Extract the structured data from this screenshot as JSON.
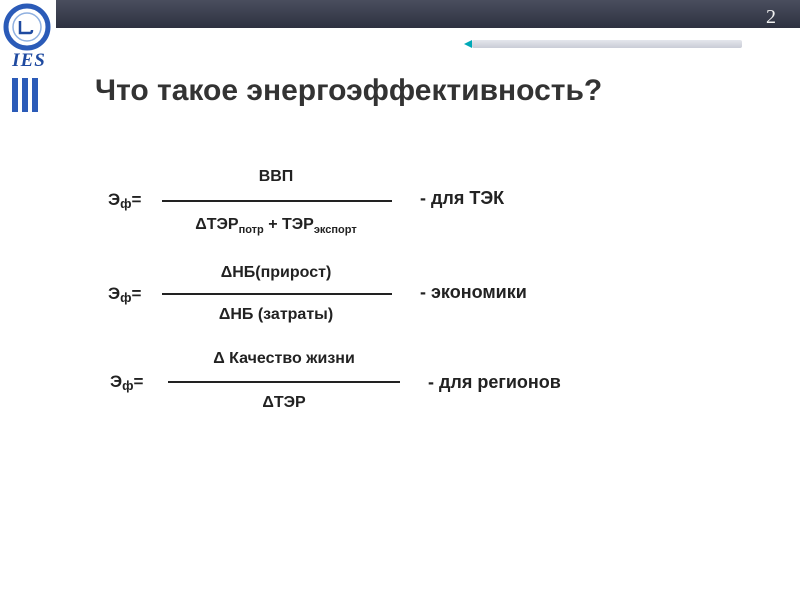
{
  "slide": {
    "number": "2",
    "title": "Что такое энергоэффективность?"
  },
  "logo": {
    "text": "IES",
    "icon": "ies-logo-icon"
  },
  "formulas": [
    {
      "lhs_main": "Э",
      "lhs_sub": "ф",
      "lhs_eq": "=",
      "numerator": "ВВП",
      "denominator_main": "ΔТЭР",
      "denominator_sub": "потр",
      "denominator_plus": " + ТЭР",
      "denominator_sub2": "экспорт",
      "label": "-  для ТЭК"
    },
    {
      "lhs_main": "Э",
      "lhs_sub": "ф",
      "lhs_eq": "=",
      "numerator": "ΔНБ(прирост)",
      "denominator": "ΔНБ (затраты)",
      "label": "-  экономики"
    },
    {
      "lhs_main": "Э",
      "lhs_sub": "ф",
      "lhs_eq": "=",
      "numerator": "Δ Качество жизни",
      "denominator": "ΔТЭР",
      "label": "-  для регионов"
    }
  ],
  "colors": {
    "top_bar": "#2e3140",
    "accent": "#00a9b7",
    "logo_blue": "#1f4aa0",
    "text": "#222222"
  }
}
